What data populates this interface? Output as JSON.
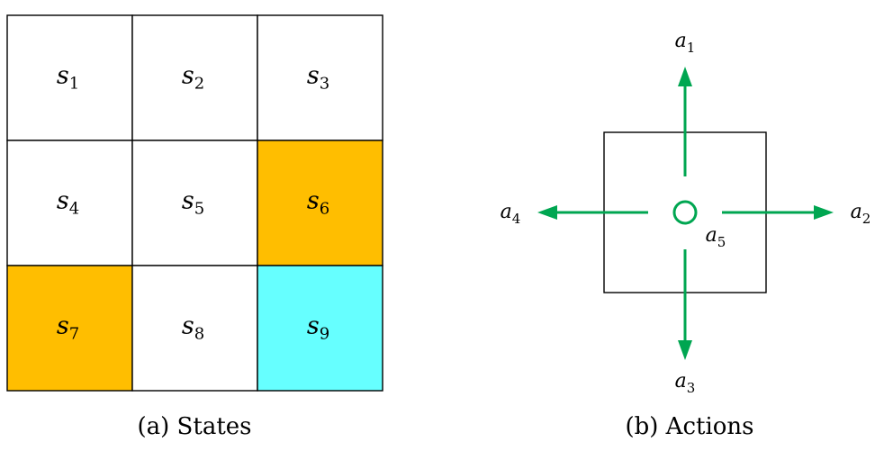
{
  "grid": {
    "rows": 3,
    "cols": 3,
    "cells": [
      {
        "symbol": "s",
        "index": "1",
        "fill": "#ffffff"
      },
      {
        "symbol": "s",
        "index": "2",
        "fill": "#ffffff"
      },
      {
        "symbol": "s",
        "index": "3",
        "fill": "#ffffff"
      },
      {
        "symbol": "s",
        "index": "4",
        "fill": "#ffffff"
      },
      {
        "symbol": "s",
        "index": "5",
        "fill": "#ffffff"
      },
      {
        "symbol": "s",
        "index": "6",
        "fill": "#ffbe00"
      },
      {
        "symbol": "s",
        "index": "7",
        "fill": "#ffbe00"
      },
      {
        "symbol": "s",
        "index": "8",
        "fill": "#ffffff"
      },
      {
        "symbol": "s",
        "index": "9",
        "fill": "#66ffff"
      }
    ]
  },
  "actions": {
    "arrow_color": "#00a651",
    "items": [
      {
        "symbol": "a",
        "index": "1",
        "direction": "up"
      },
      {
        "symbol": "a",
        "index": "2",
        "direction": "right"
      },
      {
        "symbol": "a",
        "index": "3",
        "direction": "down"
      },
      {
        "symbol": "a",
        "index": "4",
        "direction": "left"
      },
      {
        "symbol": "a",
        "index": "5",
        "direction": "stay"
      }
    ]
  },
  "captions": {
    "states": "(a) States",
    "actions": "(b) Actions"
  }
}
